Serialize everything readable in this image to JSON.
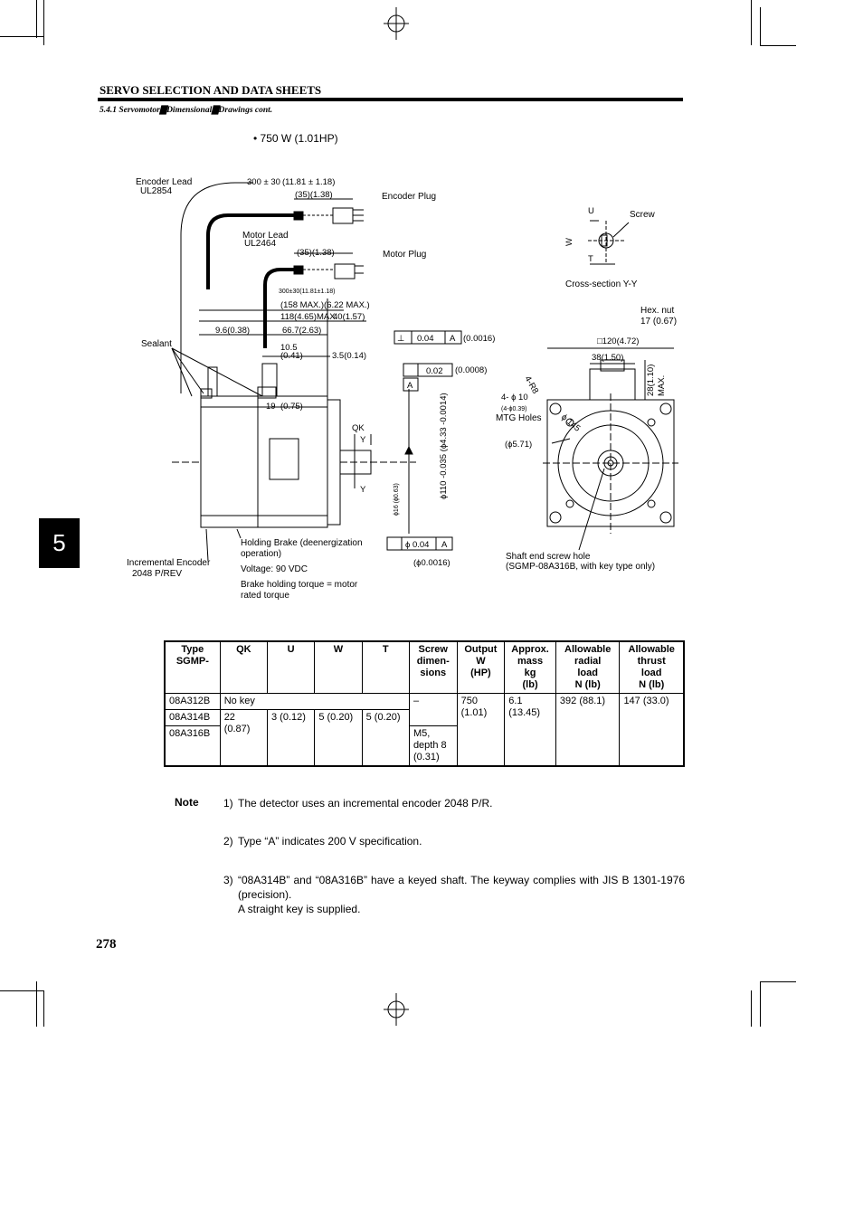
{
  "header": {
    "section_title": "SERVO SELECTION AND DATA SHEETS",
    "subsection": "5.4.1 Servomotor▇Dimensional▇Drawings cont."
  },
  "spec_heading": "• 750 W (1.01HP)",
  "chapter_tab": "5",
  "drawing": {
    "labels": {
      "encoder_lead": "Encoder Lead",
      "encoder_lead_ul": "UL2854",
      "motor_lead": "Motor Lead",
      "motor_lead_ul": "UL2464",
      "encoder_plug": "Encoder Plug",
      "motor_plug": "Motor Plug",
      "sealant": "Sealant",
      "incremental_encoder": "Incremental Encoder",
      "encoder_rev": "2048 P/REV",
      "holding_brake": "Holding Brake (deenergization",
      "holding_brake_2": "operation)",
      "voltage": "Voltage: 90 VDC",
      "brake_torque": "Brake holding torque = motor",
      "brake_torque_2": "rated torque",
      "screw": "Screw",
      "cross_section": "Cross-section Y-Y",
      "hex_nut": "Hex. nut",
      "hex_nut_dim": "17 (0.67)",
      "mtg_holes": "MTG Holes",
      "shaft_end": "Shaft end screw hole",
      "shaft_end_2": "(SGMP-08A316B, with key type only)"
    },
    "dims": {
      "lead_300": "300 ± 30",
      "lead_300_in": "(11.81 ± 1.18)",
      "d35_top": "(35)(1.38)",
      "d35_mid": "(35)(1.38)",
      "lead_300_small": "300±30(11.81±1.18)",
      "d158": "(158 MAX.)(6.22 MAX.)",
      "d118": "118(4.65)MAX.",
      "d40": "40(1.57)",
      "d96": "9.6(0.38)",
      "d667": "66.7(2.63)",
      "d105": "10.5",
      "d105_in": "(0.41)",
      "d35b": "3.5(0.14)",
      "d19": "19",
      "d19_in": "(0.75)",
      "qk": "QK",
      "y": "Y",
      "perp_tol": "0.04",
      "perp_ref": "A",
      "perp_in": "(0.0016)",
      "runout_tol": "0.02",
      "runout_in": "(0.0008)",
      "datum_a": "A",
      "conc_tol": "ϕ 0.04",
      "conc_ref": "A",
      "conc_in": "(ϕ0.0016)",
      "dia_shaft": "ϕ110 -0.035 (ϕ4.33 -0.0014)",
      "dia_small": "ϕ16 (ϕ0.63)",
      "u": "U",
      "w": "W",
      "t": "T",
      "sq120": "□120(4.72)",
      "d38": "38(1.50)",
      "d28": "28(1.10)",
      "d28_max": "MAX.",
      "r8": "4-R8",
      "phi10": "4- ϕ 10",
      "phi10_in": "(4-ϕ0.39)",
      "phi145": "ϕ 145",
      "phi571": "(ϕ5.71)"
    }
  },
  "table": {
    "headers": [
      [
        "Type",
        "SGMP-"
      ],
      [
        "QK"
      ],
      [
        "U"
      ],
      [
        "W"
      ],
      [
        "T"
      ],
      [
        "Screw",
        "dimen-",
        "sions"
      ],
      [
        "Output",
        "W",
        "(HP)"
      ],
      [
        "Approx.",
        "mass",
        "kg",
        "(lb)"
      ],
      [
        "Allowable",
        "radial",
        "load",
        "N (lb)"
      ],
      [
        "Allowable",
        "thrust",
        "load",
        "N (lb)"
      ]
    ],
    "types": [
      "08A312B",
      "08A314B",
      "08A316B"
    ],
    "no_key": "No key",
    "qk": "22 (0.87)",
    "u": "3 (0.12)",
    "w": "5 (0.20)",
    "t": "5 (0.20)",
    "screw_312_314": "–",
    "screw_316": "M5, depth 8 (0.31)",
    "output": "750 (1.01)",
    "mass": "6.1 (13.45)",
    "radial": "392 (88.1)",
    "thrust": "147 (33.0)"
  },
  "notes": {
    "label": "Note",
    "n1_num": "1)",
    "n1": "The detector uses an incremental encoder 2048 P/R.",
    "n2_num": "2)",
    "n2": "Type “A” indicates 200 V specification.",
    "n3_num": "3)",
    "n3a": "“08A314B” and “08A316B” have a keyed shaft. The keyway complies with JIS B 1301-1976 (precision).",
    "n3b": "A straight key is supplied."
  },
  "page_number": "278"
}
